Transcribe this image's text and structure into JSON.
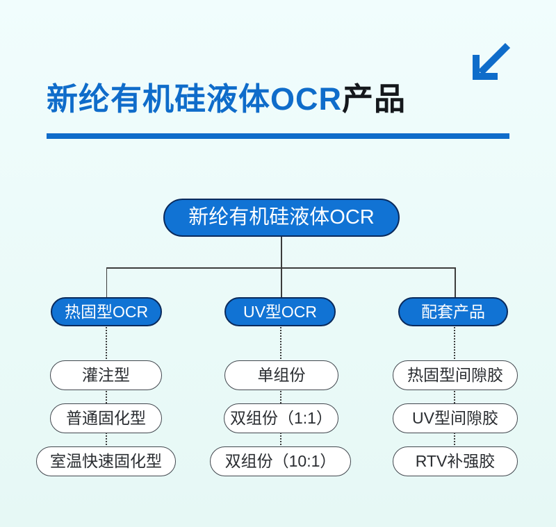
{
  "header": {
    "title_highlight": "新纶有机硅液体OCR",
    "title_rest": "产品"
  },
  "icons": {
    "arrow": "arrow-down-left"
  },
  "colors": {
    "accent_blue": "#0f6cca",
    "node_fill_blue": "#1173d4",
    "node_border_navy": "#0a2a5c",
    "background_cyan": "#e9f9f7",
    "connector_gray": "#3c3c3c"
  },
  "diagram": {
    "root": {
      "label": "新纶有机硅液体OCR"
    },
    "branches": [
      {
        "label": "热固型OCR",
        "children": [
          "灌注型",
          "普通固化型",
          "室温快速固化型"
        ]
      },
      {
        "label": "UV型OCR",
        "children": [
          "单组份",
          "双组份（1:1）",
          "双组份（10:1）"
        ]
      },
      {
        "label": "配套产品",
        "children": [
          "热固型间隙胶",
          "UV型间隙胶",
          "RTV补强胶"
        ]
      }
    ]
  }
}
